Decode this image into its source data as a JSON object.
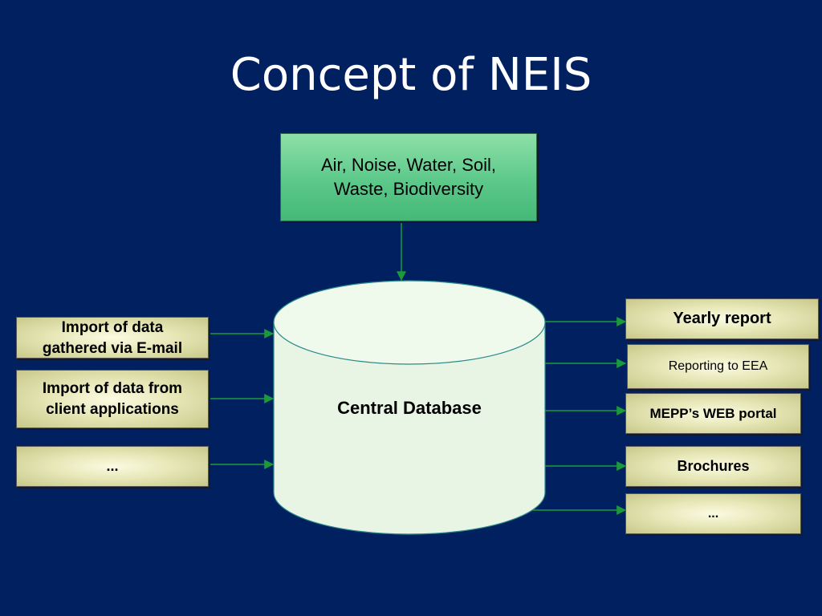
{
  "title": "Concept of NEIS",
  "source": {
    "label": "Air, Noise, Water, Soil,\nWaste, Biodiversity"
  },
  "database": {
    "label": "Central Database"
  },
  "inputs": [
    {
      "label": "Import of data\ngathered via E-mail"
    },
    {
      "label": "Import of data from\nclient applications"
    },
    {
      "label": "..."
    }
  ],
  "outputs": [
    {
      "label": "Yearly report"
    },
    {
      "label": "Reporting to EEA"
    },
    {
      "label": "MEPP’s WEB portal"
    },
    {
      "label": "Brochures"
    },
    {
      "label": "..."
    }
  ],
  "colors": {
    "background": "#002060",
    "arrow": "#1a9a3a",
    "source_fill": "#5cc88a",
    "box_fill": "#e7e7b8",
    "database_fill": "#e8f5e4"
  }
}
